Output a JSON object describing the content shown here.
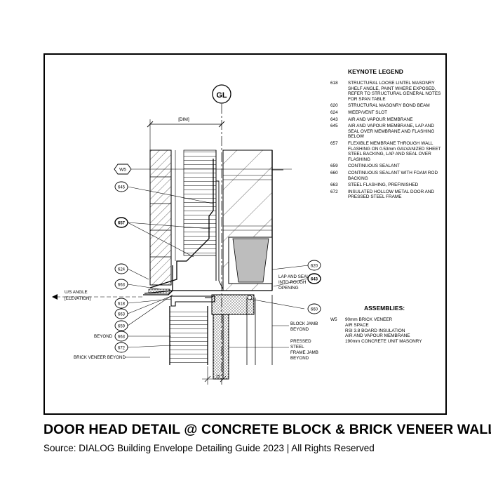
{
  "drawing": {
    "grid_label": "GL",
    "dim_label": "[DIM]",
    "dim_25": "25",
    "callouts": {
      "w5": "W5",
      "c645": "645",
      "c657": "657",
      "c624": "624",
      "c663a": "663",
      "c618": "618",
      "c663b": "663",
      "c659": "659",
      "c663c": "663",
      "c672": "672",
      "c620": "620",
      "c643": "643",
      "c660": "660"
    },
    "labels": {
      "us_angle_1": "U/S ANGLE",
      "us_angle_2": "[ELEVATION]",
      "beyond": "BEYOND",
      "brick_veneer_beyond": "BRICK VENEER BEYOND",
      "lap_seal_1": "LAP AND SEAL",
      "lap_seal_2": "INTO ROUGH",
      "lap_seal_3": "OPENING",
      "block_jamb_1": "BLOCK JAMB",
      "block_jamb_2": "BEYOND",
      "pressed_1": "PRESSED",
      "pressed_2": "STEEL",
      "pressed_3": "FRAME JAMB",
      "pressed_4": "BEYOND"
    }
  },
  "keynote_legend": {
    "title": "KEYNOTE LEGEND",
    "items": [
      {
        "key": "618",
        "text": "STRUCTURAL LOOSE LINTEL MASONRY SHELF ANGLE, PAINT WHERE EXPOSED, REFER TO STRUCTURAL GENERAL NOTES FOR SPAN TABLE"
      },
      {
        "key": "620",
        "text": "STRUCTURAL MASONRY BOND BEAM"
      },
      {
        "key": "624",
        "text": "WEEP/VENT SLOT"
      },
      {
        "key": "643",
        "text": "AIR AND VAPOUR MEMBRANE"
      },
      {
        "key": "645",
        "text": "AIR AND VAPOUR MEMBRANE, LAP AND SEAL OVER MEMBRANE AND FLASHING BELOW"
      },
      {
        "key": "657",
        "text": "FLEXIBLE MEMBRANE THROUGH WALL FLASHING ON 0.53mm GALVANIZED SHEET STEEL BACKING, LAP AND SEAL OVER FLASHING"
      },
      {
        "key": "659",
        "text": "CONTINUOUS SEALANT"
      },
      {
        "key": "660",
        "text": "CONTINUOUS SEALANT WITH FOAM ROD BACKING"
      },
      {
        "key": "663",
        "text": "STEEL FLASHING, PREFINISHED"
      },
      {
        "key": "672",
        "text": "INSULATED HOLLOW METAL DOOR AND PRESSED STEEL FRAME"
      }
    ]
  },
  "assemblies": {
    "title": "ASSEMBLIES:",
    "key": "W5",
    "lines": [
      "90mm BRICK VENEER",
      "AIR SPACE",
      "RSI 3.8 BOARD INSULATION",
      "AIR AND VAPOUR MEMBRANE",
      "190mm CONCRETE UNIT MASONRY"
    ]
  },
  "caption": {
    "title": "DOOR HEAD DETAIL @ CONCRETE BLOCK & BRICK VENEER WALL",
    "source": "Source: DIALOG Building Envelope Detailing Guide 2023 | All Rights Reserved"
  },
  "colors": {
    "line": "#000000",
    "masonry_fill": "#bdbdbd",
    "background": "#ffffff"
  }
}
